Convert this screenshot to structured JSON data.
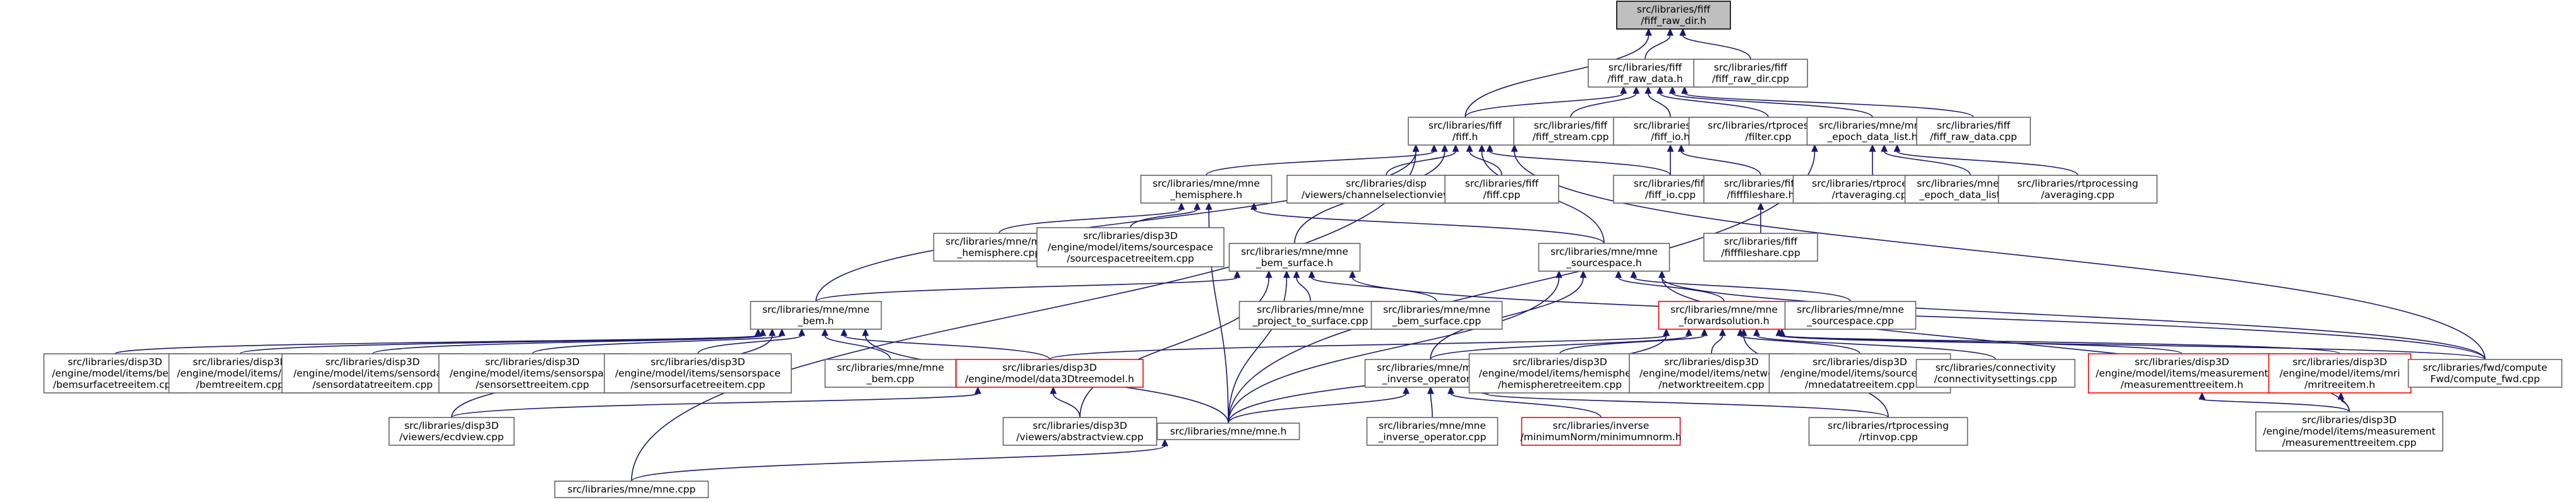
{
  "graph": {
    "nodes": [
      {
        "id": "raw_dir_h",
        "lines": [
          "src/libraries/fiff",
          "/fiff_raw_dir.h"
        ],
        "style": "gray",
        "link": false
      },
      {
        "id": "raw_data_h",
        "lines": [
          "src/libraries/fiff",
          "/fiff_raw_data.h"
        ],
        "style": "normal",
        "link": true
      },
      {
        "id": "raw_dir_cpp",
        "lines": [
          "src/libraries/fiff",
          "/fiff_raw_dir.cpp"
        ],
        "style": "normal",
        "link": true
      },
      {
        "id": "fiff_h",
        "lines": [
          "src/libraries/fiff",
          "/fiff.h"
        ],
        "style": "normal",
        "link": true
      },
      {
        "id": "fiff_stream_cpp",
        "lines": [
          "src/libraries/fiff",
          "/fiff_stream.cpp"
        ],
        "style": "normal",
        "link": true
      },
      {
        "id": "fiff_io_h",
        "lines": [
          "src/libraries/fiff",
          "/fiff_io.h"
        ],
        "style": "normal",
        "link": true
      },
      {
        "id": "rt_filter_cpp",
        "lines": [
          "src/libraries/rtprocessing",
          "/filter.cpp"
        ],
        "style": "normal",
        "link": true
      },
      {
        "id": "epoch_h",
        "lines": [
          "src/libraries/mne/mne",
          "_epoch_data_list.h"
        ],
        "style": "normal",
        "link": true
      },
      {
        "id": "raw_data_cpp",
        "lines": [
          "src/libraries/fiff",
          "/fiff_raw_data.cpp"
        ],
        "style": "normal",
        "link": true
      },
      {
        "id": "hemi_h",
        "lines": [
          "src/libraries/mne/mne",
          "_hemisphere.h"
        ],
        "style": "normal",
        "link": true
      },
      {
        "id": "chansel_cpp",
        "lines": [
          "src/libraries/disp",
          "/viewers/channelselectionview.cpp"
        ],
        "style": "normal",
        "link": true
      },
      {
        "id": "fiff_cpp",
        "lines": [
          "src/libraries/fiff",
          "/fiff.cpp"
        ],
        "style": "normal",
        "link": true
      },
      {
        "id": "fiff_io_cpp",
        "lines": [
          "src/libraries/fiff",
          "/fiff_io.cpp"
        ],
        "style": "normal",
        "link": true
      },
      {
        "id": "fileshare_h",
        "lines": [
          "src/libraries/fiff",
          "/fifffileshare.h"
        ],
        "style": "normal",
        "link": true
      },
      {
        "id": "rtavg_cpp",
        "lines": [
          "src/libraries/rtprocessing",
          "/rtaveraging.cpp"
        ],
        "style": "normal",
        "link": true
      },
      {
        "id": "epoch_cpp",
        "lines": [
          "src/libraries/mne/mne",
          "_epoch_data_list.cpp"
        ],
        "style": "normal",
        "link": true
      },
      {
        "id": "avg_cpp",
        "lines": [
          "src/libraries/rtprocessing",
          "/averaging.cpp"
        ],
        "style": "normal",
        "link": true
      },
      {
        "id": "hemi_cpp",
        "lines": [
          "src/libraries/mne/mne",
          "_hemisphere.cpp"
        ],
        "style": "normal",
        "link": true
      },
      {
        "id": "srcspacetree_cpp",
        "lines": [
          "src/libraries/disp3D",
          "/engine/model/items/sourcespace",
          "/sourcespacetreeitem.cpp"
        ],
        "style": "normal",
        "link": true
      },
      {
        "id": "bemsurf_h",
        "lines": [
          "src/libraries/mne/mne",
          "_bem_surface.h"
        ],
        "style": "normal",
        "link": true
      },
      {
        "id": "srcspace_h",
        "lines": [
          "src/libraries/mne/mne",
          "_sourcespace.h"
        ],
        "style": "normal",
        "link": true
      },
      {
        "id": "fileshare_cpp",
        "lines": [
          "src/libraries/fiff",
          "/fifffileshare.cpp"
        ],
        "style": "normal",
        "link": true
      },
      {
        "id": "bem_h",
        "lines": [
          "src/libraries/mne/mne",
          "_bem.h"
        ],
        "style": "normal",
        "link": true
      },
      {
        "id": "proj_cpp",
        "lines": [
          "src/libraries/mne/mne",
          "_project_to_surface.cpp"
        ],
        "style": "normal",
        "link": true
      },
      {
        "id": "bemsurf_cpp",
        "lines": [
          "src/libraries/mne/mne",
          "_bem_surface.cpp"
        ],
        "style": "normal",
        "link": true
      },
      {
        "id": "fwdsol_h",
        "lines": [
          "src/libraries/mne/mne",
          "_forwardsolution.h"
        ],
        "style": "red",
        "link": true
      },
      {
        "id": "srcspace_cpp",
        "lines": [
          "src/libraries/mne/mne",
          "_sourcespace.cpp"
        ],
        "style": "normal",
        "link": true
      },
      {
        "id": "bemsurftree_cpp",
        "lines": [
          "src/libraries/disp3D",
          "/engine/model/items/bem",
          "/bemsurfacetreeitem.cpp"
        ],
        "style": "normal",
        "link": true
      },
      {
        "id": "bemtree_cpp",
        "lines": [
          "src/libraries/disp3D",
          "/engine/model/items/bem",
          "/bemtreeitem.cpp"
        ],
        "style": "normal",
        "link": true
      },
      {
        "id": "sensordata_cpp",
        "lines": [
          "src/libraries/disp3D",
          "/engine/model/items/sensordata",
          "/sensordatatreeitem.cpp"
        ],
        "style": "normal",
        "link": true
      },
      {
        "id": "sensorset_cpp",
        "lines": [
          "src/libraries/disp3D",
          "/engine/model/items/sensorspace",
          "/sensorsettreeitem.cpp"
        ],
        "style": "normal",
        "link": true
      },
      {
        "id": "sensorsurf_cpp",
        "lines": [
          "src/libraries/disp3D",
          "/engine/model/items/sensorspace",
          "/sensorsurfacetreeitem.cpp"
        ],
        "style": "normal",
        "link": true
      },
      {
        "id": "bem_cpp",
        "lines": [
          "src/libraries/mne/mne",
          "_bem.cpp"
        ],
        "style": "normal",
        "link": true
      },
      {
        "id": "data3d_h",
        "lines": [
          "src/libraries/disp3D",
          "/engine/model/data3Dtreemodel.h"
        ],
        "style": "red",
        "link": true
      },
      {
        "id": "invop_h",
        "lines": [
          "src/libraries/mne/mne",
          "_inverse_operator.h"
        ],
        "style": "normal",
        "link": true
      },
      {
        "id": "hemitree_cpp",
        "lines": [
          "src/libraries/disp3D",
          "/engine/model/items/hemisphere",
          "/hemispheretreeitem.cpp"
        ],
        "style": "normal",
        "link": true
      },
      {
        "id": "nettree_cpp",
        "lines": [
          "src/libraries/disp3D",
          "/engine/model/items/network",
          "/networktreeitem.cpp"
        ],
        "style": "normal",
        "link": true
      },
      {
        "id": "srcdata_cpp",
        "lines": [
          "src/libraries/disp3D",
          "/engine/model/items/sourcedata",
          "/mnedatatreeitem.cpp"
        ],
        "style": "normal",
        "link": true
      },
      {
        "id": "conn_cpp",
        "lines": [
          "src/libraries/connectivity",
          "/connectivitysettings.cpp"
        ],
        "style": "normal",
        "link": true
      },
      {
        "id": "meastree_h",
        "lines": [
          "src/libraries/disp3D",
          "/engine/model/items/measurement",
          "/measurementtreeitem.h"
        ],
        "style": "red",
        "link": true
      },
      {
        "id": "mri_h",
        "lines": [
          "src/libraries/disp3D",
          "/engine/model/items/mri",
          "/mritreeitem.h"
        ],
        "style": "red",
        "link": true
      },
      {
        "id": "computefwd_cpp",
        "lines": [
          "src/libraries/fwd/compute",
          "Fwd/compute_fwd.cpp"
        ],
        "style": "normal",
        "link": true
      },
      {
        "id": "ecd_cpp",
        "lines": [
          "src/libraries/disp3D",
          "/viewers/ecdview.cpp"
        ],
        "style": "normal",
        "link": true
      },
      {
        "id": "abstract_cpp",
        "lines": [
          "src/libraries/disp3D",
          "/viewers/abstractview.cpp"
        ],
        "style": "normal",
        "link": true
      },
      {
        "id": "mne_h",
        "lines": [
          "src/libraries/mne/mne.h"
        ],
        "style": "normal",
        "link": true
      },
      {
        "id": "invop_cpp",
        "lines": [
          "src/libraries/mne/mne",
          "_inverse_operator.cpp"
        ],
        "style": "normal",
        "link": true
      },
      {
        "id": "minnorm_h",
        "lines": [
          "src/libraries/inverse",
          "/minimumNorm/minimumnorm.h"
        ],
        "style": "red",
        "link": true
      },
      {
        "id": "rtinvop_cpp",
        "lines": [
          "src/libraries/rtprocessing",
          "/rtinvop.cpp"
        ],
        "style": "normal",
        "link": true
      },
      {
        "id": "meastree_cpp",
        "lines": [
          "src/libraries/disp3D",
          "/engine/model/items/measurement",
          "/measurementtreeitem.cpp"
        ],
        "style": "normal",
        "link": true
      },
      {
        "id": "mne_cpp",
        "lines": [
          "src/libraries/mne/mne.cpp"
        ],
        "style": "normal",
        "link": true
      }
    ],
    "edges": [
      [
        "raw_data_h",
        "raw_dir_h"
      ],
      [
        "raw_dir_cpp",
        "raw_dir_h"
      ],
      [
        "fiff_h",
        "raw_dir_h"
      ],
      [
        "fiff_h",
        "raw_data_h"
      ],
      [
        "fiff_stream_cpp",
        "raw_data_h"
      ],
      [
        "fiff_io_h",
        "raw_data_h"
      ],
      [
        "rt_filter_cpp",
        "raw_data_h"
      ],
      [
        "epoch_h",
        "raw_data_h"
      ],
      [
        "raw_data_cpp",
        "raw_data_h"
      ],
      [
        "hemi_h",
        "fiff_h"
      ],
      [
        "chansel_cpp",
        "fiff_h"
      ],
      [
        "fiff_cpp",
        "fiff_h"
      ],
      [
        "fiff_io_cpp",
        "fiff_h"
      ],
      [
        "bemsurf_h",
        "fiff_h"
      ],
      [
        "srcspace_h",
        "fiff_h"
      ],
      [
        "bem_h",
        "fiff_h"
      ],
      [
        "mne_cpp",
        "fiff_h"
      ],
      [
        "computefwd_cpp",
        "fiff_h"
      ],
      [
        "fiff_io_cpp",
        "fiff_io_h"
      ],
      [
        "fileshare_h",
        "fiff_io_h"
      ],
      [
        "fileshare_cpp",
        "fileshare_h"
      ],
      [
        "rtavg_cpp",
        "epoch_h"
      ],
      [
        "epoch_cpp",
        "epoch_h"
      ],
      [
        "avg_cpp",
        "epoch_h"
      ],
      [
        "mne_h",
        "epoch_h"
      ],
      [
        "hemi_cpp",
        "hemi_h"
      ],
      [
        "srcspacetree_cpp",
        "hemi_h"
      ],
      [
        "srcspace_h",
        "hemi_h"
      ],
      [
        "mne_h",
        "hemi_h"
      ],
      [
        "bem_h",
        "bemsurf_h"
      ],
      [
        "proj_cpp",
        "bemsurf_h"
      ],
      [
        "bemsurf_cpp",
        "bemsurf_h"
      ],
      [
        "mne_h",
        "bemsurf_h"
      ],
      [
        "abstract_cpp",
        "bemsurf_h"
      ],
      [
        "computefwd_cpp",
        "bemsurf_h"
      ],
      [
        "fwdsol_h",
        "srcspace_h"
      ],
      [
        "srcspace_cpp",
        "srcspace_h"
      ],
      [
        "invop_h",
        "srcspace_h"
      ],
      [
        "mne_h",
        "srcspace_h"
      ],
      [
        "meastree_cpp",
        "srcspace_h"
      ],
      [
        "computefwd_cpp",
        "srcspace_h"
      ],
      [
        "bemsurftree_cpp",
        "bem_h"
      ],
      [
        "bemtree_cpp",
        "bem_h"
      ],
      [
        "sensordata_cpp",
        "bem_h"
      ],
      [
        "sensorset_cpp",
        "bem_h"
      ],
      [
        "sensorsurf_cpp",
        "bem_h"
      ],
      [
        "bem_cpp",
        "bem_h"
      ],
      [
        "data3d_h",
        "bem_h"
      ],
      [
        "mne_h",
        "bem_h"
      ],
      [
        "ecd_cpp",
        "bem_h"
      ],
      [
        "invop_h",
        "fwdsol_h"
      ],
      [
        "hemitree_cpp",
        "fwdsol_h"
      ],
      [
        "nettree_cpp",
        "fwdsol_h"
      ],
      [
        "srcdata_cpp",
        "fwdsol_h"
      ],
      [
        "conn_cpp",
        "fwdsol_h"
      ],
      [
        "meastree_h",
        "fwdsol_h"
      ],
      [
        "mri_h",
        "fwdsol_h"
      ],
      [
        "computefwd_cpp",
        "fwdsol_h"
      ],
      [
        "data3d_h",
        "fwdsol_h"
      ],
      [
        "mne_h",
        "fwdsol_h"
      ],
      [
        "rtinvop_cpp",
        "fwdsol_h"
      ],
      [
        "ecd_cpp",
        "data3d_h"
      ],
      [
        "abstract_cpp",
        "data3d_h"
      ],
      [
        "mne_h",
        "invop_h"
      ],
      [
        "invop_cpp",
        "invop_h"
      ],
      [
        "minnorm_h",
        "invop_h"
      ],
      [
        "rtinvop_cpp",
        "invop_h"
      ],
      [
        "meastree_cpp",
        "meastree_h"
      ],
      [
        "meastree_cpp",
        "mri_h"
      ],
      [
        "mne_cpp",
        "mne_h"
      ]
    ]
  }
}
